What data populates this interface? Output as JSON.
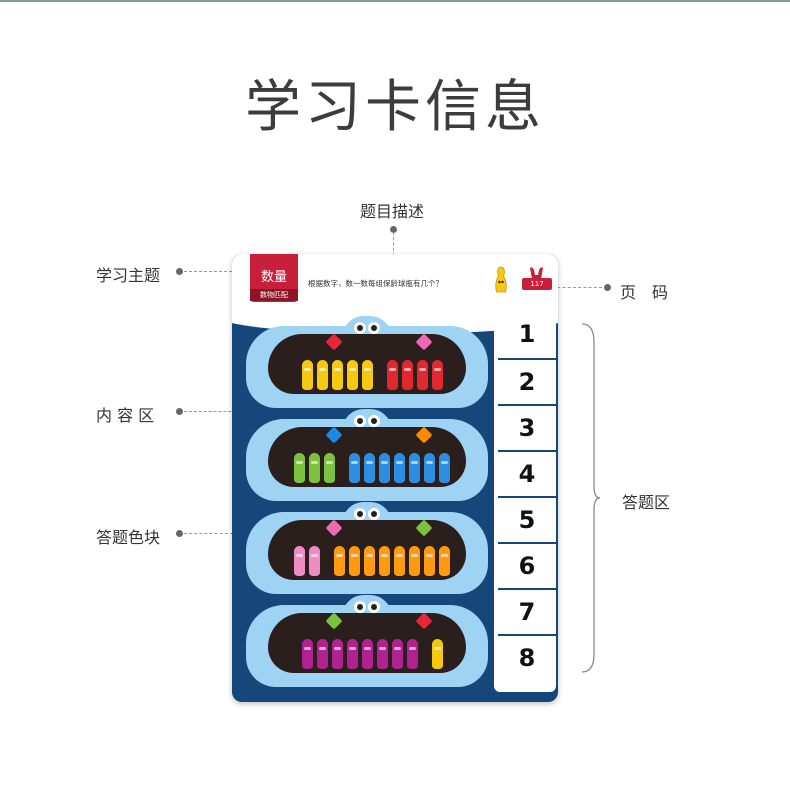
{
  "page": {
    "title": "学习卡信息"
  },
  "callouts": {
    "topic": "学习主题",
    "description": "题目描述",
    "page_number": "页　码",
    "content_area": "内 容 区",
    "answer_color_block": "答题色块",
    "answer_area": "答题区"
  },
  "card": {
    "topic_label": "数量",
    "topic_sublabel": "数物匹配",
    "question": "根据数字，数一数每组保龄球瓶有几个？",
    "page_no": "117",
    "answers": [
      "1",
      "2",
      "3",
      "4",
      "5",
      "6",
      "7",
      "8"
    ]
  },
  "colors": {
    "card_bg": "#16477a",
    "monster": "#9fd3f4",
    "accent_red": "#c8203a"
  },
  "groups": [
    {
      "gem_left": "#e8263a",
      "gem_right": "#ee69b4",
      "left_pins": {
        "count": 5,
        "color": "#f5c911"
      },
      "right_pins": {
        "count": 4,
        "color": "#e0282e"
      }
    },
    {
      "gem_left": "#1e88e5",
      "gem_right": "#ff8a00",
      "left_pins": {
        "count": 3,
        "color": "#7cc23f"
      },
      "right_pins": {
        "count": 7,
        "color": "#2c8ee0"
      }
    },
    {
      "gem_left": "#ee69b4",
      "gem_right": "#7cc23f",
      "left_pins": {
        "count": 2,
        "color": "#f08ac4"
      },
      "right_pins": {
        "count": 8,
        "color": "#ff9a10"
      }
    },
    {
      "gem_left": "#7cc23f",
      "gem_right": "#e8263a",
      "left_pins": {
        "count": 8,
        "color": "#b0228f"
      },
      "right_pins": {
        "count": 1,
        "color": "#f5c911"
      }
    }
  ]
}
